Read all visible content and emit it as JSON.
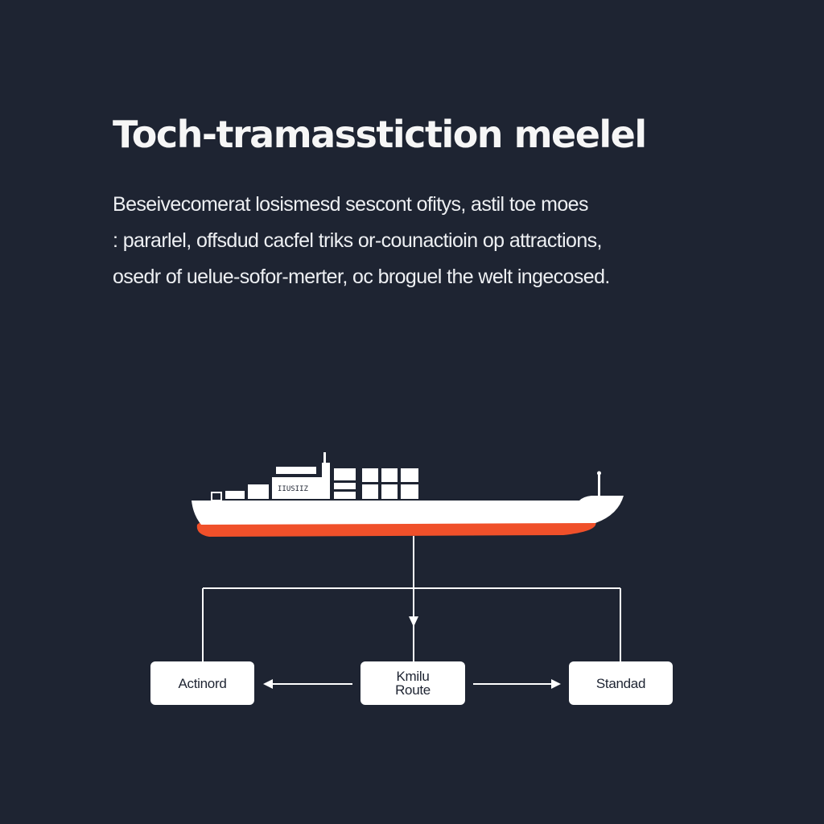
{
  "title": "Toch-tramasstiction meelel",
  "description": {
    "lines": [
      "Beseivecomerat losismesd sescont ofitys, astil toe moes",
      ": pararlel, offsdud cacfel triks or-counactioin op attractions,",
      "osedr of uelue-sofor-merter, oc broguel the welt ingecosed."
    ]
  },
  "ship": {
    "label": "IIUSIIZ",
    "hull_color": "#ffffff",
    "keel_color": "#f0502a"
  },
  "nodes": {
    "left": {
      "label": "Actinord"
    },
    "center": {
      "line1": "Kmilu",
      "line2": "Route"
    },
    "right": {
      "label": "Standad"
    }
  },
  "colors": {
    "background": "#1e2432",
    "accent": "#f0502a",
    "line": "#ffffff"
  }
}
